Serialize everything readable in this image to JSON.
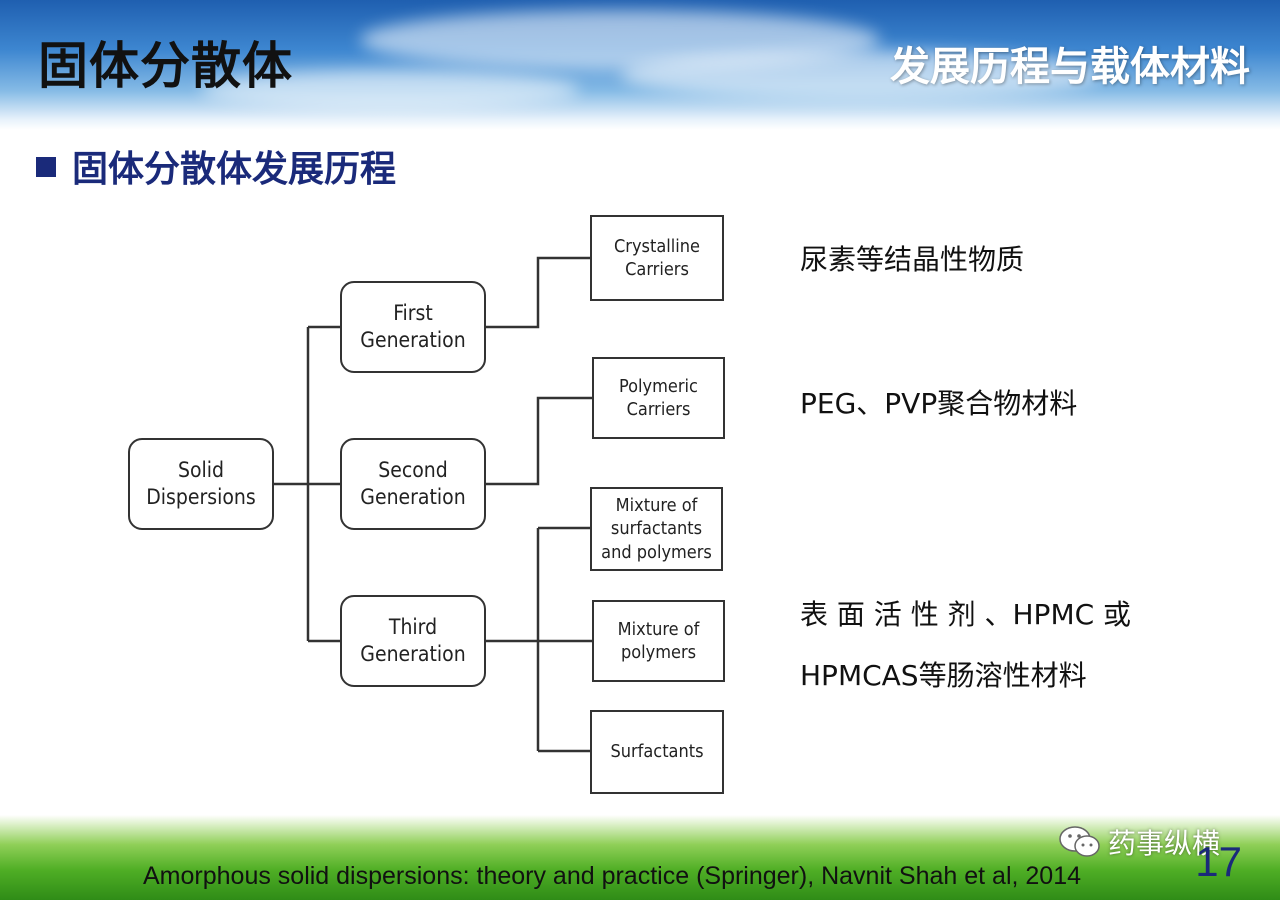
{
  "slide": {
    "title": "固体分散体",
    "section_tag": "发展历程与载体材料",
    "subtitle": "固体分散体发展历程",
    "page_number": "17"
  },
  "diagram": {
    "root": "Solid\nDispersions",
    "generations": [
      "First\nGeneration",
      "Second\nGeneration",
      "Third\nGeneration"
    ],
    "carriers": [
      "Crystalline\nCarriers",
      "Polymeric\nCarriers",
      "Mixture of\nsurfactants\nand polymers",
      "Mixture of\npolymers",
      "Surfactants"
    ]
  },
  "notes": {
    "first": "尿素等结晶性物质",
    "second": "PEG、PVP聚合物材料",
    "third_line1": "表 面 活 性 剂 、HPMC 或",
    "third_line2": "HPMCAS等肠溶性材料"
  },
  "footer": {
    "citation": "Amorphous solid dispersions: theory and practice (Springer), Navnit Shah et al, 2014",
    "watermark": "药事纵横"
  }
}
